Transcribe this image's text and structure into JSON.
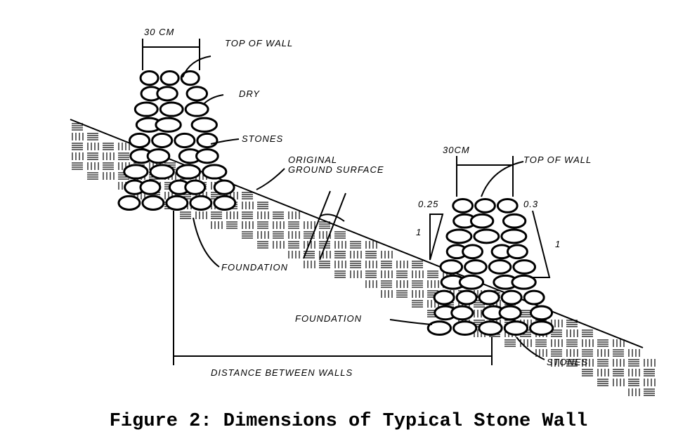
{
  "wall_left": {
    "width_label": "30 CM",
    "top_label": "TOP OF WALL",
    "dry_label": "DRY",
    "stones_label": "STONES",
    "foundation_label": "FOUNDATION"
  },
  "ground_label_line1": "ORIGINAL",
  "ground_label_line2": "GROUND SURFACE",
  "wall_right": {
    "width_label": "30CM",
    "top_label": "TOP OF WALL",
    "batter_left": "0.25",
    "batter_right": "0.3",
    "rise_left": "1",
    "rise_right": "1",
    "foundation_label": "FOUNDATION",
    "stones_label": "STONES"
  },
  "distance_label": "DISTANCE BETWEEN WALLS",
  "caption": "Figure 2: Dimensions of Typical Stone Wall"
}
